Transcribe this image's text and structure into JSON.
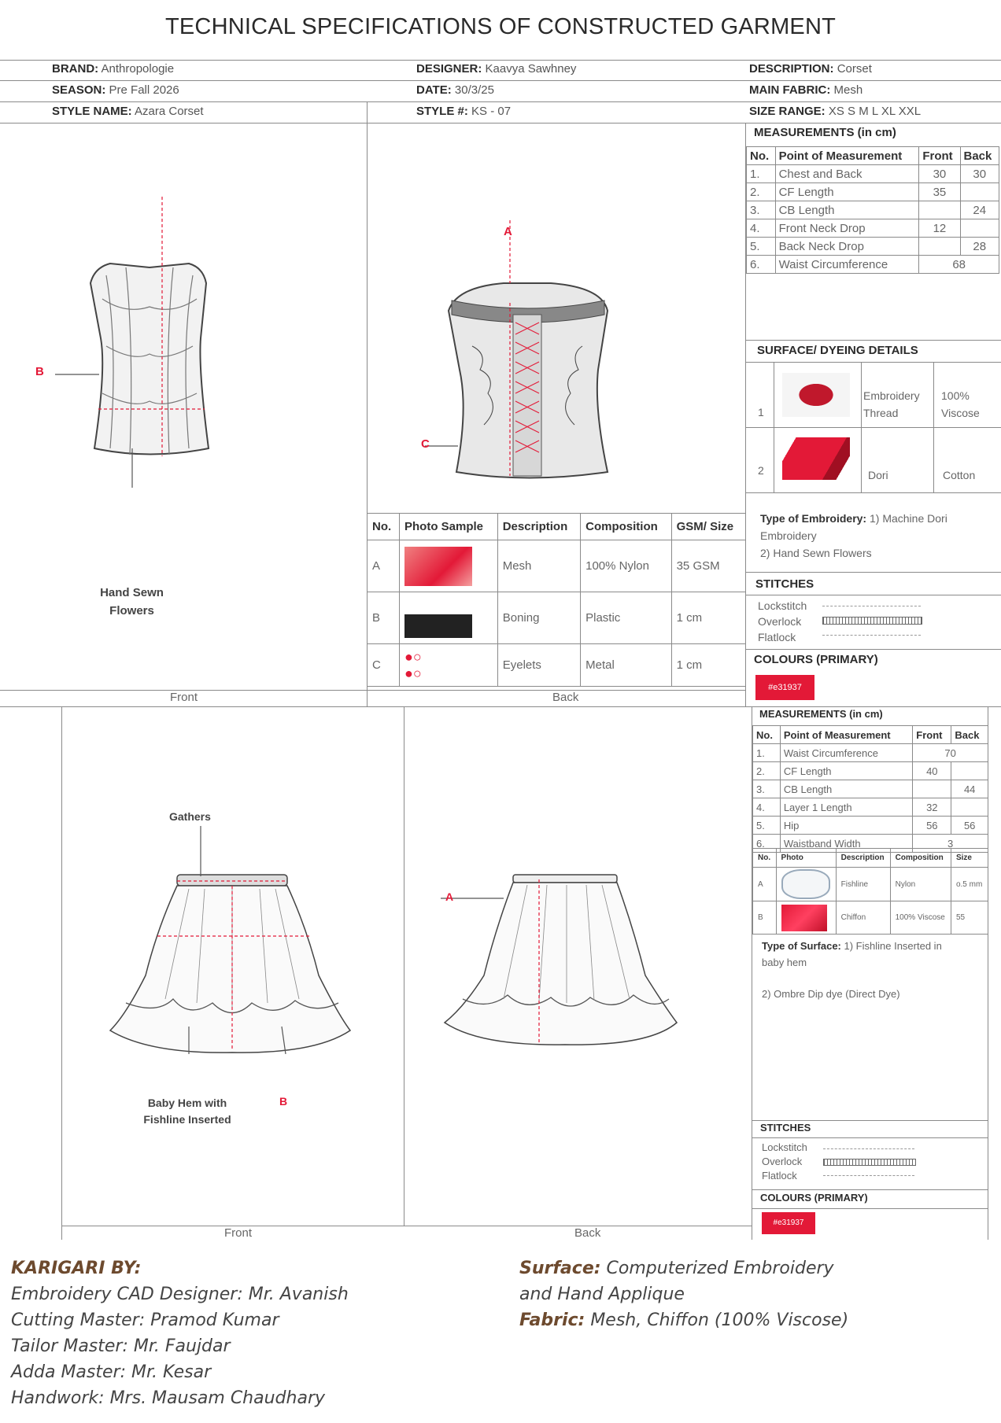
{
  "title": "TECHNICAL SPECIFICATIONS OF CONSTRUCTED GARMENT",
  "header": {
    "brand_label": "BRAND:",
    "brand": "Anthropologie",
    "designer_label": "DESIGNER:",
    "designer": "Kaavya Sawhney",
    "description_label": "DESCRIPTION:",
    "description": "Corset",
    "season_label": "SEASON:",
    "season": "Pre Fall 2026",
    "date_label": "DATE:",
    "date": "30/3/25",
    "fabric_label": "MAIN FABRIC:",
    "fabric": "Mesh",
    "style_name_label": "STYLE NAME:",
    "style_name": "Azara Corset",
    "style_no_label": "STYLE #:",
    "style_no": "KS - 07",
    "size_range_label": "SIZE RANGE:",
    "size_range": "XS S M L XL XXL"
  },
  "corset": {
    "measurements_title": "MEASUREMENTS (in cm)",
    "columns": [
      "No.",
      "Point of Measurement",
      "Front",
      "Back"
    ],
    "rows": [
      [
        "1.",
        "Chest and Back",
        "30",
        "30"
      ],
      [
        "2.",
        "CF Length",
        "35",
        ""
      ],
      [
        "3.",
        "CB Length",
        "",
        "24"
      ],
      [
        "4.",
        "Front Neck Drop",
        "12",
        ""
      ],
      [
        "5.",
        "Back Neck Drop",
        "",
        "28"
      ],
      [
        "6.",
        "Waist Circumference",
        "68",
        ""
      ]
    ],
    "surface_title": "SURFACE/ DYEING DETAILS",
    "surface": [
      {
        "no": "1",
        "desc": "Embroidery Thread",
        "comp": "100% Viscose"
      },
      {
        "no": "2",
        "desc": "Dori",
        "comp": "Cotton"
      }
    ],
    "embroidery_label": "Type of Embroidery:",
    "embroidery_1": "1) Machine Dori Embroidery",
    "embroidery_2": "2) Hand Sewn Flowers",
    "stitches_title": "STITCHES",
    "stitches": [
      "Lockstitch",
      "Overlock",
      "Flatlock"
    ],
    "colours_title": "COLOURS (PRIMARY)",
    "colour_hex": "#e31937",
    "materials_columns": [
      "No.",
      "Photo Sample",
      "Description",
      "Composition",
      "GSM/ Size"
    ],
    "materials": [
      {
        "no": "A",
        "desc": "Mesh",
        "comp": "100% Nylon",
        "size": "35 GSM"
      },
      {
        "no": "B",
        "desc": "Boning",
        "comp": "Plastic",
        "size": "1 cm"
      },
      {
        "no": "C",
        "desc": "Eyelets",
        "comp": "Metal",
        "size": "1 cm"
      }
    ],
    "label_a": "A",
    "label_b": "B",
    "label_c": "C",
    "hand_sewn": "Hand Sewn Flowers",
    "front_caption": "Front",
    "back_caption": "Back"
  },
  "skirt": {
    "measurements_title": "MEASUREMENTS (in cm)",
    "columns": [
      "No.",
      "Point of Measurement",
      "Front",
      "Back"
    ],
    "rows": [
      [
        "1.",
        "Waist Circumference",
        "70",
        ""
      ],
      [
        "2.",
        "CF Length",
        "40",
        ""
      ],
      [
        "3.",
        "CB Length",
        "",
        "44"
      ],
      [
        "4.",
        "Layer 1 Length",
        "32",
        ""
      ],
      [
        "5.",
        "Hip",
        "56",
        "56"
      ],
      [
        "6.",
        "Waistband Width",
        "3",
        ""
      ]
    ],
    "materials_columns": [
      "No.",
      "Photo",
      "Description",
      "Composition",
      "Size"
    ],
    "materials": [
      {
        "no": "A",
        "desc": "Fishline",
        "comp": "Nylon",
        "size": "o.5 mm"
      },
      {
        "no": "B",
        "desc": "Chiffon",
        "comp": "100% Viscose",
        "size": "55"
      }
    ],
    "surface_label": "Type of Surface:",
    "surface_1": "1) Fishline Inserted in baby hem",
    "surface_2": "2) Ombre Dip dye (Direct Dye)",
    "stitches_title": "STITCHES",
    "stitches": [
      "Lockstitch",
      "Overlock",
      "Flatlock"
    ],
    "colours_title": "COLOURS (PRIMARY)",
    "colour_hex": "#e31937",
    "gathers": "Gathers",
    "baby_hem": "Baby Hem with Fishline Inserted",
    "label_a": "A",
    "label_b": "B",
    "front_caption": "Front",
    "back_caption": "Back"
  },
  "footer": {
    "karigari": "KARIGARI BY:",
    "lines": [
      "Embroidery CAD Designer: Mr. Avanish",
      "Cutting Master: Pramod Kumar",
      "Tailor Master: Mr. Faujdar",
      "Adda Master: Mr. Kesar",
      "Handwork: Mrs. Mausam Chaudhary"
    ],
    "surface_label": "Surface:",
    "surface_value": "Computerized Embroidery",
    "surface_value2": "and Hand Applique",
    "fabric_label": "Fabric:",
    "fabric_value": "Mesh, Chiffon (100% Viscose)"
  }
}
